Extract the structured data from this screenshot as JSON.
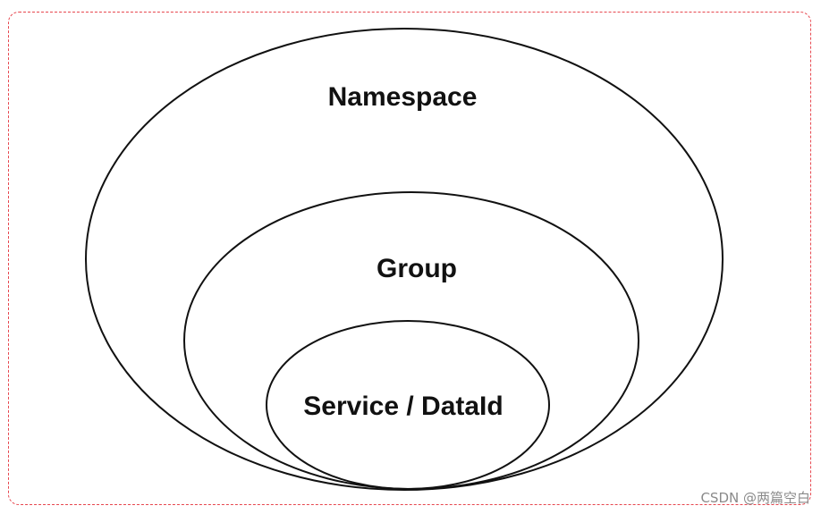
{
  "diagram": {
    "border_color": "#e7474f",
    "stroke_color": "#111111",
    "levels": [
      {
        "label": "Namespace"
      },
      {
        "label": "Group"
      },
      {
        "label": "Service / DataId"
      }
    ]
  },
  "watermark": "CSDN @两篇空白"
}
